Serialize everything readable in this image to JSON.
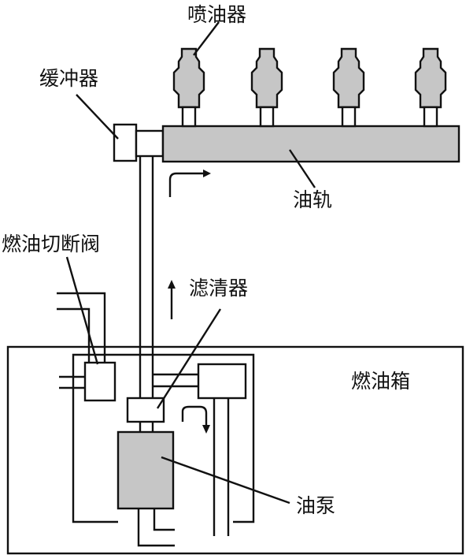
{
  "labels": {
    "injector": "喷油器",
    "damper": "缓冲器",
    "fuel_rail": "油轨",
    "shutoff_valve": "燃油切断阀",
    "filter": "滤清器",
    "fuel_tank": "燃油箱",
    "fuel_pump": "油泵"
  },
  "colors": {
    "line": "#111111",
    "component_fill": "#c6c6c6",
    "background": "#ffffff"
  }
}
